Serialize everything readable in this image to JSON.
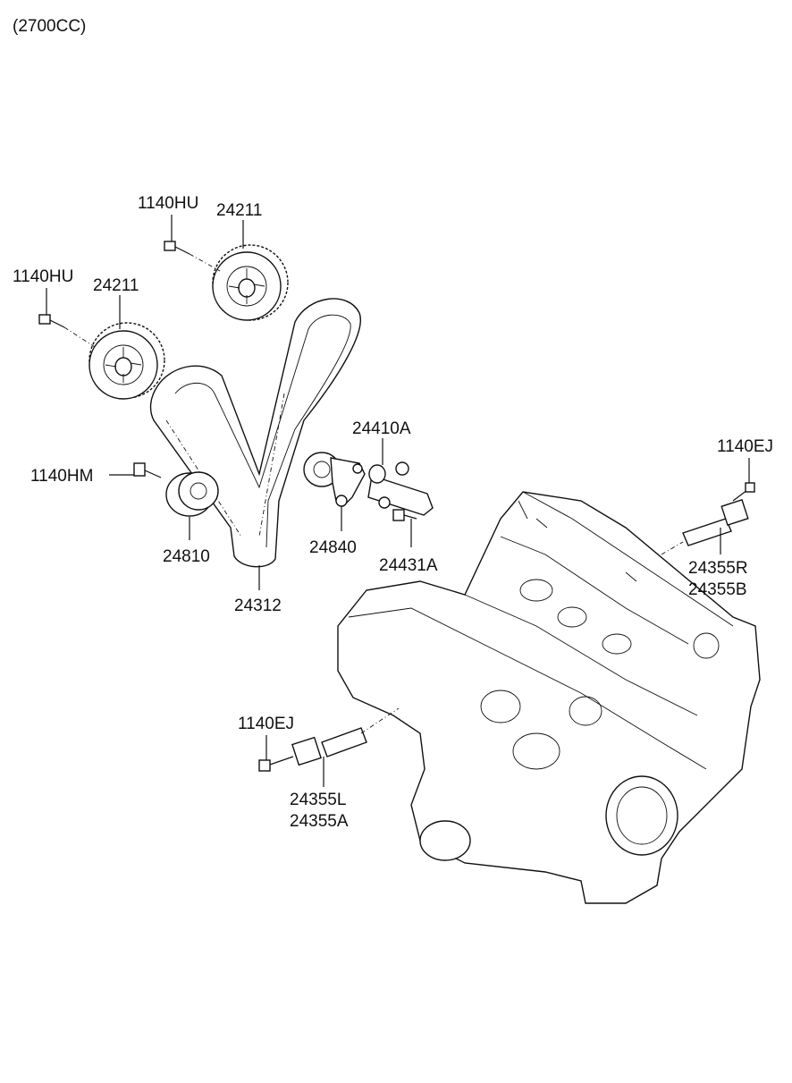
{
  "header": {
    "engine": "(2700CC)"
  },
  "labels": {
    "bolt_top": "1140HU",
    "sprocket_top": "24211",
    "bolt_left": "1140HU",
    "sprocket_left": "24211",
    "tensioner_assy": "24410A",
    "bolt_idler": "1140HM",
    "idler": "24810",
    "tensioner_arm": "24840",
    "bolt_tensioner": "24431A",
    "belt": "24312",
    "bolt_right": "1140EJ",
    "ocv_right_1": "24355R",
    "ocv_right_2": "24355B",
    "bolt_lower": "1140EJ",
    "ocv_left_1": "24355L",
    "ocv_left_2": "24355A"
  }
}
